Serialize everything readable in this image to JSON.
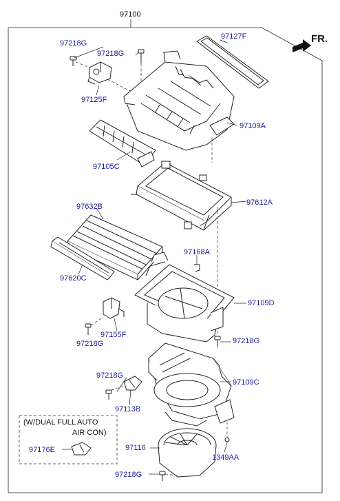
{
  "diagram": {
    "assembly_number": "97100",
    "direction_label": "FR.",
    "parts": [
      {
        "id": "97218G",
        "label": "97218G"
      },
      {
        "id": "97218G-b",
        "label": "97218G"
      },
      {
        "id": "97127F",
        "label": "97127F"
      },
      {
        "id": "97125F",
        "label": "97125F"
      },
      {
        "id": "97109A",
        "label": "97109A"
      },
      {
        "id": "97105C",
        "label": "97105C"
      },
      {
        "id": "97612A",
        "label": "97612A"
      },
      {
        "id": "97632B",
        "label": "97632B"
      },
      {
        "id": "97620C",
        "label": "97620C"
      },
      {
        "id": "97168A",
        "label": "97168A"
      },
      {
        "id": "97109D",
        "label": "97109D"
      },
      {
        "id": "97155F",
        "label": "97155F"
      },
      {
        "id": "97218G-c",
        "label": "97218G"
      },
      {
        "id": "97218G-d",
        "label": "97218G"
      },
      {
        "id": "97218G-e",
        "label": "97218G"
      },
      {
        "id": "97109C",
        "label": "97109C"
      },
      {
        "id": "97113B",
        "label": "97113B"
      },
      {
        "id": "97176E",
        "label": "97176E"
      },
      {
        "id": "97116",
        "label": "97116"
      },
      {
        "id": "1349AA",
        "label": "1349AA"
      },
      {
        "id": "97218G-f",
        "label": "97218G"
      }
    ],
    "note": {
      "line1": "(W/DUAL FULL AUTO",
      "line2": "AIR CON)"
    }
  }
}
